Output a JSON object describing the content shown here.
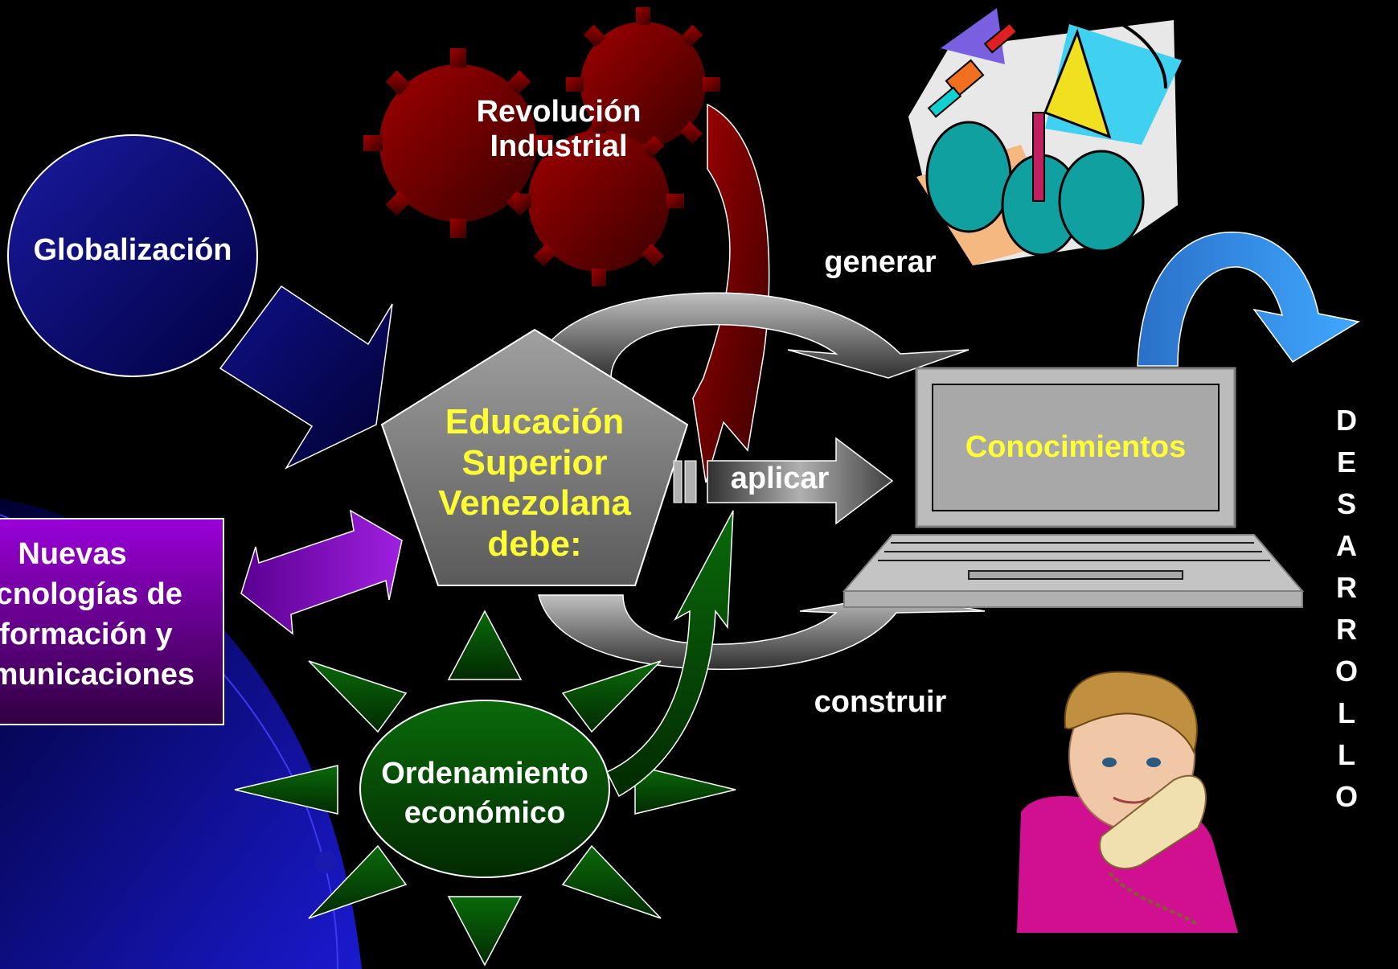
{
  "nodes": {
    "globalizacion": "Globalización",
    "revolucion_line1": "Revolución",
    "revolucion_line2": "Industrial",
    "educacion_line1": "Educación",
    "educacion_line2": "Superior",
    "educacion_line3": "Venezolana",
    "educacion_line4": "debe:",
    "nuevas_line1": "Nuevas",
    "nuevas_line2": "Tecnologías de",
    "nuevas_line3": "Información y",
    "nuevas_line4": "Comunicaciones",
    "ordenamiento_line1": "Ordenamiento",
    "ordenamiento_line2": "económico",
    "conocimientos": "Conocimientos"
  },
  "actions": {
    "generar": "generar",
    "aplicar": "aplicar",
    "construir": "construir"
  },
  "desarrollo": [
    "D",
    "E",
    "S",
    "A",
    "R",
    "R",
    "O",
    "L",
    "L",
    "O"
  ],
  "colors": {
    "globalizacion": "#0a0a7a",
    "tic": "#8a00c8",
    "ordenamiento": "#0a5a0a",
    "revolucion": "#7a0000",
    "educacion": "#8c8c8c",
    "laptop": "#b8b8b8",
    "desarrollo_arrow": "#3a90e0",
    "highlight_text": "#ffff33"
  },
  "icons": {
    "gears": "gears-icon",
    "satellite": "satellite-dish-clipart",
    "laptop": "laptop-icon",
    "boy": "boy-on-phone-clipart"
  }
}
